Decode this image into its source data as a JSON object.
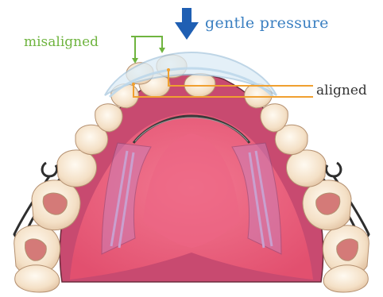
{
  "labels": {
    "pressure": "gentle pressure",
    "misaligned": "misaligned",
    "aligned": "aligned"
  },
  "colors": {
    "pressure_arrow": "#1f5fb3",
    "pressure_text": "#3a7fc1",
    "misaligned_line": "#6fb43f",
    "aligned_line": "#f0a030",
    "palate": "#e85a78",
    "gum": "#d2557a",
    "tooth": "#f6e6cf",
    "tooth_stain": "#d47a78",
    "retainer_wire": "#3a3a3a",
    "aligner_plastic": "#cfe2f0"
  }
}
